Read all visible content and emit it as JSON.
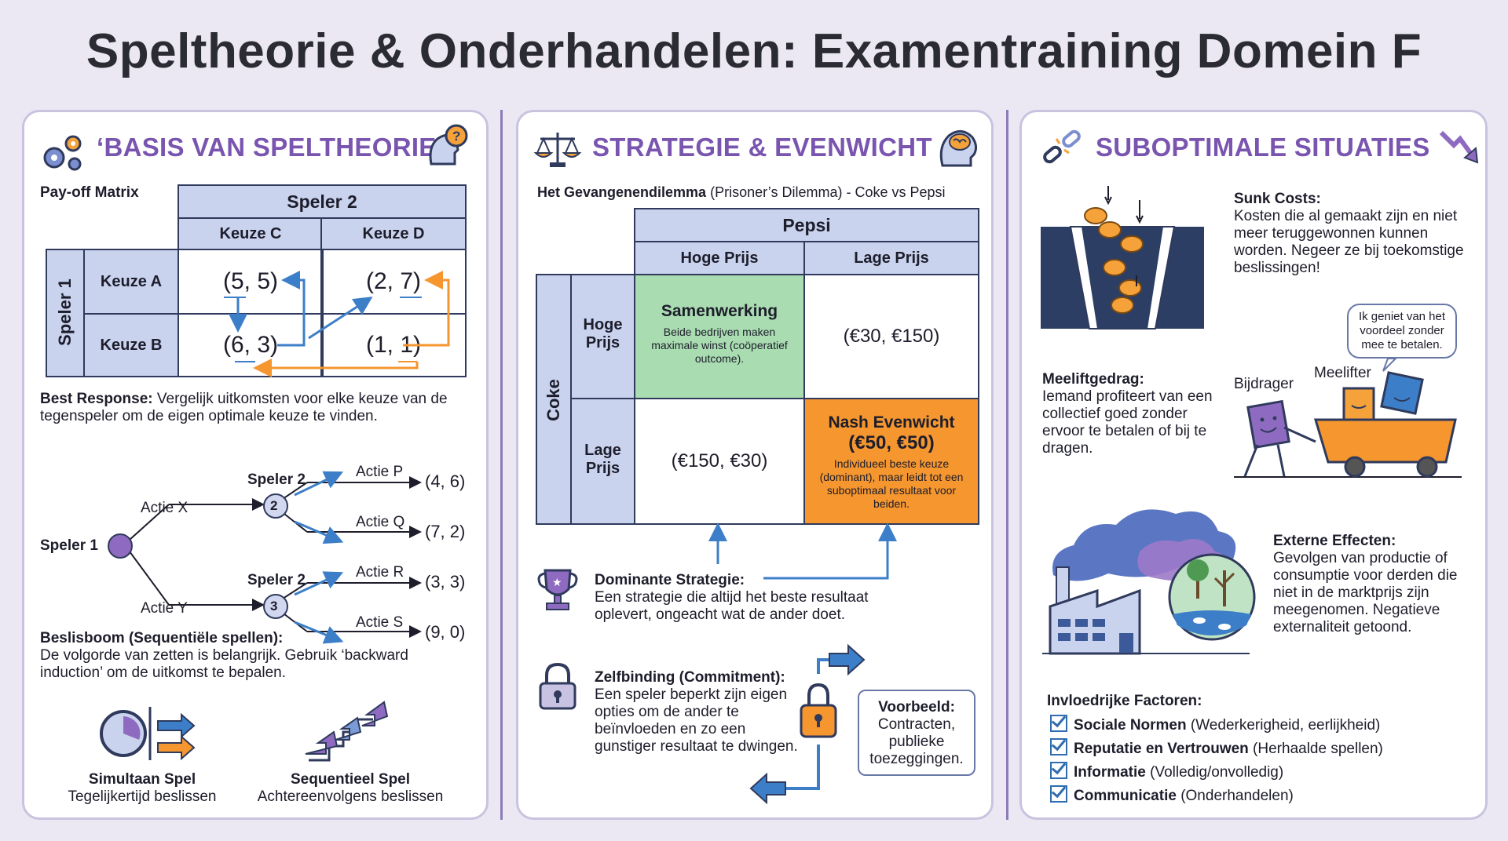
{
  "title": "Speltheorie & Onderhandelen: Examentraining Domein F",
  "colors": {
    "accent": "#7a55b0",
    "header": "#c9d3ee",
    "green": "#a9dcb0",
    "orange": "#f5962f",
    "blue": "#3c7fc8"
  },
  "panel1": {
    "title": "‘BASIS VAN SPELTHEORIE",
    "matrix_label": "Pay-off Matrix",
    "player2": "Speler 2",
    "player1": "Speler 1",
    "cols": [
      "Keuze C",
      "Keuze D"
    ],
    "rows": [
      "Keuze A",
      "Keuze B"
    ],
    "cells": [
      "(5, 5)",
      "(2, 7)",
      "(6, 3)",
      "(1, 1)"
    ],
    "best_response_label": "Best Response:",
    "best_response_text": "Vergelijk uitkomsten voor elke keuze van de tegenspeler om de eigen optimale keuze te vinden.",
    "tree": {
      "root": "Speler 1",
      "actie_x": "Actie X",
      "actie_y": "Actie Y",
      "node2_label": "Speler 2",
      "node3_label": "Speler 2",
      "node2": "2",
      "node3": "3",
      "actie_p": "Actie P",
      "actie_q": "Actie Q",
      "actie_r": "Actie R",
      "actie_s": "Actie S",
      "out_p": "(4, 6)",
      "out_q": "(7, 2)",
      "out_r": "(3, 3)",
      "out_s": "(9, 0)"
    },
    "beslisboom_label": "Beslisboom (Sequentiële spellen):",
    "beslisboom_text": "De volgorde van zetten is belangrijk. Gebruik ‘backward induction’ om de uitkomst te bepalen.",
    "sim_title": "Simultaan Spel",
    "sim_sub": "Tegelijkertijd beslissen",
    "seq_title": "Sequentieel Spel",
    "seq_sub": "Achtereenvolgens beslissen"
  },
  "panel2": {
    "title": "STRATEGIE & EVENWICHT",
    "dilemma_bold": "Het Gevangenendilemma",
    "dilemma_rest": "(Prisoner’s Dilemma) - Coke vs Pepsi",
    "pepsi": "Pepsi",
    "coke": "Coke",
    "col1": "Hoge Prijs",
    "col2": "Lage Prijs",
    "row1": "Hoge Prijs",
    "row2": "Lage Prijs",
    "coop_title": "Samenwerking",
    "coop_text": "Beide bedrijven maken maximale winst (coöperatief outcome).",
    "cell_hl": "(€30, €150)",
    "cell_lh": "(€150, €30)",
    "nash_title": "Nash Evenwicht",
    "nash_value": "(€50, €50)",
    "nash_text": "Individueel beste keuze (dominant), maar leidt tot een suboptimaal resultaat voor beiden.",
    "dominant_label": "Dominante Strategie:",
    "dominant_text": "Een strategie die altijd het beste resultaat oplevert, ongeacht wat de ander doet.",
    "commit_label": "Zelfbinding (Commitment):",
    "commit_text": "Een speler beperkt zijn eigen opties om de ander te beïnvloeden en zo een gunstiger resultaat te dwingen.",
    "example_title": "Voorbeeld:",
    "example_text": "Contracten, publieke toezeggingen."
  },
  "panel3": {
    "title": "SUBOPTIMALE SITUATIES",
    "sunk_label": "Sunk Costs:",
    "sunk_text": "Kosten die al gemaakt zijn en niet meer teruggewonnen kunnen worden. Negeer ze bij toekomstige beslissingen!",
    "free_label": "Meeliftgedrag:",
    "free_text": "Iemand profiteert van een collectief goed zonder ervoor te betalen of bij te dragen.",
    "bijdrager": "Bijdrager",
    "meelifter": "Meelifter",
    "speech": "Ik geniet van het voordeel zonder mee te betalen.",
    "ext_label": "Externe Effecten:",
    "ext_text": "Gevolgen van productie of consumptie voor derden die niet in de marktprijs zijn meegenomen. Negatieve externaliteit getoond.",
    "factors_title": "Invloedrijke Factoren:",
    "factors": [
      {
        "bold": "Sociale Normen",
        "rest": " (Wederkerigheid, eerlijkheid)"
      },
      {
        "bold": "Reputatie en Vertrouwen",
        "rest": " (Herhaalde spellen)"
      },
      {
        "bold": "Informatie",
        "rest": " (Volledig/onvolledig)"
      },
      {
        "bold": "Communicatie",
        "rest": " (Onderhandelen)"
      }
    ]
  }
}
